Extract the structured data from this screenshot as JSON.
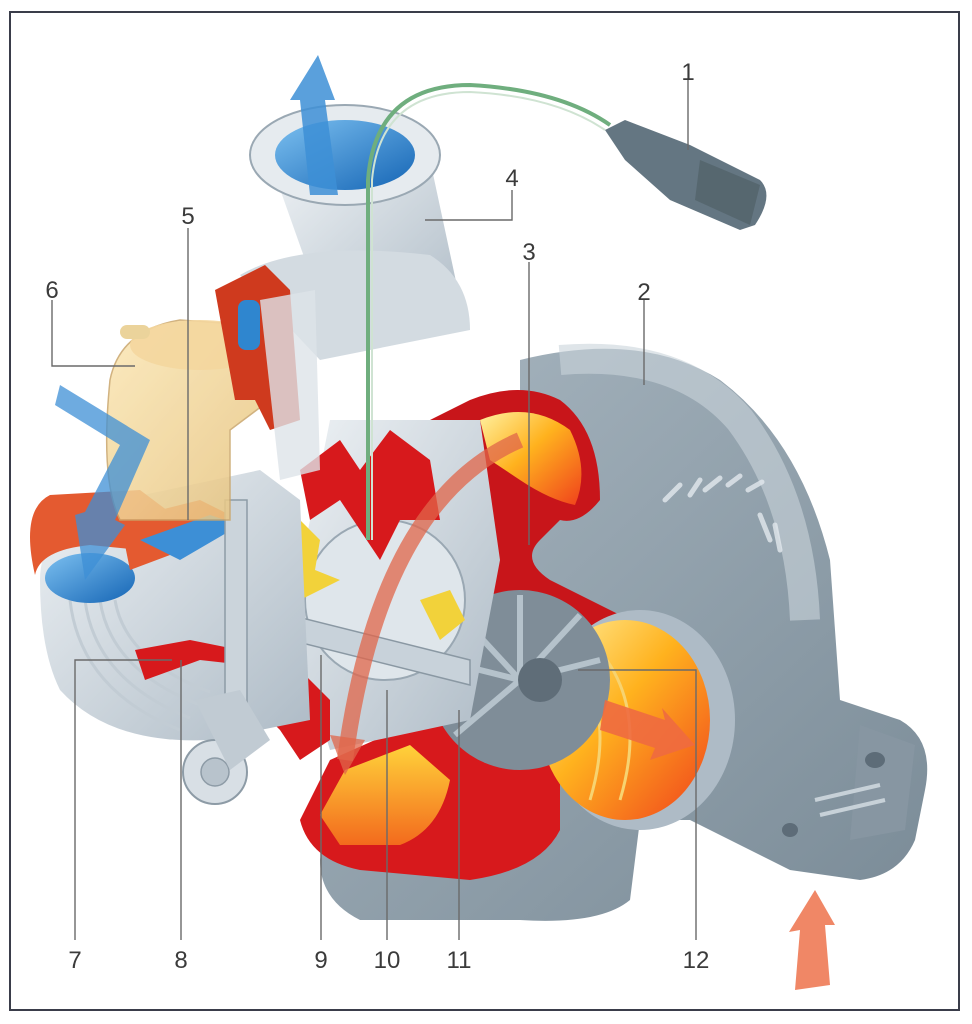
{
  "diagram": {
    "subject": "Turbocharger cutaway",
    "callouts": [
      {
        "id": "1",
        "label": "1"
      },
      {
        "id": "2",
        "label": "2"
      },
      {
        "id": "3",
        "label": "3"
      },
      {
        "id": "4",
        "label": "4"
      },
      {
        "id": "5",
        "label": "5"
      },
      {
        "id": "6",
        "label": "6"
      },
      {
        "id": "7",
        "label": "7"
      },
      {
        "id": "8",
        "label": "8"
      },
      {
        "id": "9",
        "label": "9"
      },
      {
        "id": "10",
        "label": "10"
      },
      {
        "id": "11",
        "label": "11"
      },
      {
        "id": "12",
        "label": "12"
      }
    ],
    "flows": [
      {
        "name": "fresh-air-intake",
        "color": "#3d8fd6"
      },
      {
        "name": "compressed-air-outlet",
        "color": "#3d8fd6"
      },
      {
        "name": "exhaust-gas-inlet",
        "color": "#ee7a55"
      },
      {
        "name": "exhaust-gas-through-turbine",
        "color": "#ee6a40"
      }
    ],
    "colors": {
      "cut_section": "#d7191c",
      "hot_gas": "#ffb21e",
      "turbine_housing": "#8b9ca8",
      "compressor_housing": "#d6dde3",
      "sensor_cable": "#6fae7e",
      "frame": "#3a3d4a"
    }
  }
}
